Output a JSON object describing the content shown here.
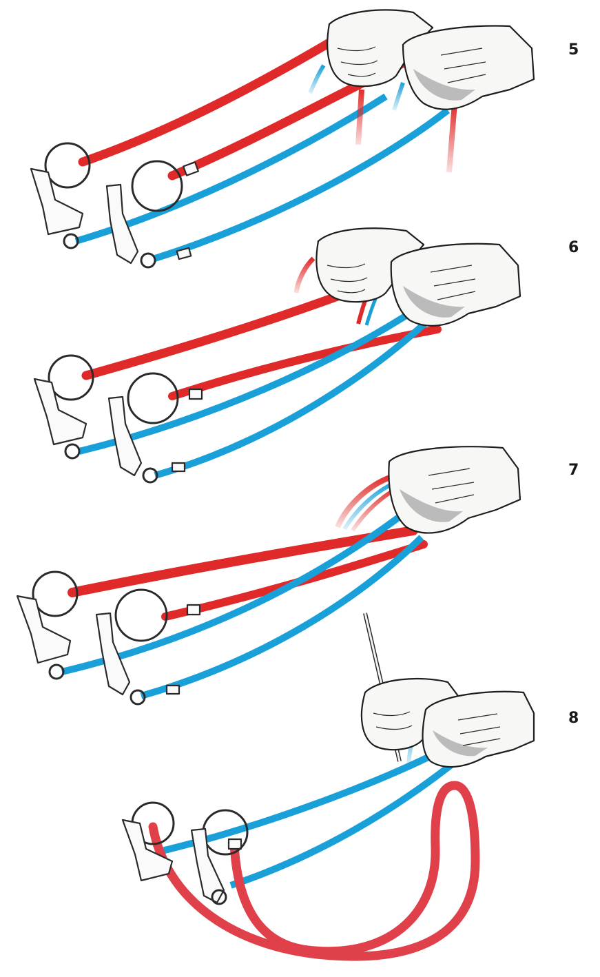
{
  "steps": [
    {
      "number": "5"
    },
    {
      "number": "6"
    },
    {
      "number": "7"
    },
    {
      "number": "8"
    }
  ],
  "colors": {
    "curb_rein": "#e02a2a",
    "snaffle_rein": "#1aa0d8",
    "glove": "#f7f7f5",
    "outline": "#1e1e1e"
  },
  "icons": [
    "left-hand-glove-icon",
    "right-hand-glove-icon",
    "bit-ring-icon",
    "curb-bit-icon",
    "whip-icon"
  ]
}
